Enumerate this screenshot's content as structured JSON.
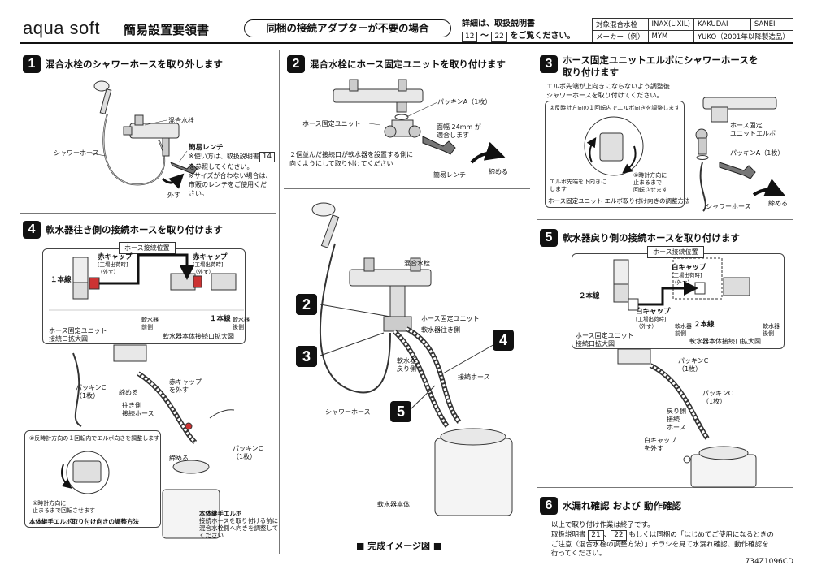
{
  "header": {
    "logo": "aqua soft",
    "title": "簡易設置要領書",
    "subtitle": "同梱の接続アダプターが不要の場合",
    "ref_line1": "詳細は、取扱説明書",
    "ref_from": "12",
    "ref_tilde": "～",
    "ref_to": "22",
    "ref_line2_suffix": "をご覧ください。",
    "compat_table": [
      [
        "対象混合水栓",
        "INAX(LIXIL)",
        "KAKUDAI",
        "SANEI"
      ],
      [
        "メーカー（例）",
        "MYM",
        "YUKO（2001年以降製造品）",
        ""
      ]
    ]
  },
  "step1": {
    "num": "1",
    "title": "混合水栓のシャワーホースを取り外します",
    "labels": {
      "faucet": "混合水栓",
      "shower_hose": "シャワーホース",
      "wrench": "簡易レンチ",
      "remove": "外す"
    },
    "note_a": "※使い方は、取扱説明書",
    "note_ref": "14",
    "note_b": "を参照してください。",
    "note_c": "※サイズが合わない場合は、",
    "note_d": "市販のレンチをご使用くだ",
    "note_e": "さい。"
  },
  "step2": {
    "num": "2",
    "title": "混合水栓にホース固定ユニットを取り付けます",
    "labels": {
      "packing_a": "パッキンA（1枚）",
      "unit": "ホース固定ユニット",
      "width": "面幅 24mm が",
      "fit": "適合します",
      "wrench": "簡易レンチ",
      "tighten": "締める"
    },
    "note1": "２個並んだ接続口が軟水器を設置する側に",
    "note2": "向くようにして取り付けてください"
  },
  "step3": {
    "num": "3",
    "title1": "ホース固定ユニットエルボにシャワーホースを",
    "title2": "取り付けます",
    "note1": "エルボ先端が上向きにならないよう調整後",
    "note2": "シャワーホースを取り付けてください。",
    "inset_top": "②反時計方向の１回転内でエルボ向きを調整します",
    "inset_left1": "エルボ先端を下向きに",
    "inset_left2": "します",
    "inset_right1": "①時計方向に",
    "inset_right2": "止まるまで",
    "inset_right3": "回転させます",
    "inset_caption": "ホース固定ユニット エルボ取り付け向きの調整方法",
    "labels": {
      "elbow1": "ホース固定",
      "elbow2": "ユニットエルボ",
      "packing_a": "パッキンA（1枚）",
      "shower_hose": "シャワーホース",
      "tighten": "締める"
    }
  },
  "step4": {
    "num": "4",
    "title": "軟水器往き側の接続ホースを取り付けます",
    "position_tag": "ホース接続位置",
    "red_cap": "赤キャップ",
    "factory": "[工場出荷時]",
    "outside": "（外す）",
    "line1": "１本線",
    "unit_view1": "ホース固定ユニット",
    "unit_view2": "接続口拡大図",
    "front": "軟水器",
    "front2": "前側",
    "back": "軟水器",
    "back2": "後側",
    "body_view": "軟水器本体接続口拡大図",
    "packing_c": "パッキンC",
    "packing_c_qty": "（1枚）",
    "tighten": "締める",
    "red_cap_remove1": "赤キャップ",
    "red_cap_remove2": "を外す",
    "supply_hose1": "往き側",
    "supply_hose2": "接続ホース",
    "packing_c2": "パッキンC",
    "packing_c2_qty": "（1枚）",
    "tighten2": "締める",
    "inset_top": "②反時計方向の１回転内でエルボ向きを調整します",
    "inset_bottom1": "①時計方向に",
    "inset_bottom2": "止まるまで回転させます",
    "inset_caption": "本体継手エルボ取り付け向きの調整方法",
    "elbow_title": "本体継手エルボ",
    "elbow_note1": "接続ホースを取り付ける前に",
    "elbow_note2": "混合水栓側へ向きを調整して",
    "elbow_note3": "ください"
  },
  "center": {
    "labels": {
      "faucet": "混合水栓",
      "unit": "ホース固定ユニット",
      "supply": "軟水器往き側",
      "return1": "軟水器",
      "return2": "戻り側",
      "hose": "接続ホース",
      "shower": "シャワーホース",
      "body": "軟水器本体"
    },
    "markers": [
      "2",
      "3",
      "4",
      "5"
    ],
    "caption": "■ 完成イメージ図 ■"
  },
  "step5": {
    "num": "5",
    "title": "軟水器戻り側の接続ホースを取り付けます",
    "position_tag": "ホース接続位置",
    "white_cap": "白キャップ",
    "factory": "[工場出荷時]",
    "outside": "（外す）",
    "line2": "２本線",
    "unit_view1": "ホース固定ユニット",
    "unit_view2": "接続口拡大図",
    "front": "軟水器",
    "front2": "前側",
    "back": "軟水器",
    "back2": "後側",
    "body_view": "軟水器本体接続口拡大図",
    "packing_c": "パッキンC",
    "packing_c_qty": "（1枚）",
    "return1": "戻り側",
    "return2": "接続",
    "return3": "ホース",
    "white_cap_remove1": "白キャップ",
    "white_cap_remove2": "を外す"
  },
  "step6": {
    "num": "6",
    "title": "水漏れ確認 および 動作確認",
    "line1": "以上で取り付け作業は終了です。",
    "line2a": "取扱説明書",
    "ref1": "21",
    "ref_sep": "、",
    "ref2": "22",
    "line2b": "もしくは同梱の「はじめてご使用になるときの",
    "line3": "ご注意（混合水栓の調整方法）」チラシを見て水漏れ確認、動作確認を",
    "line4": "行ってください。"
  },
  "footer": {
    "code": "734Z1096CD"
  }
}
